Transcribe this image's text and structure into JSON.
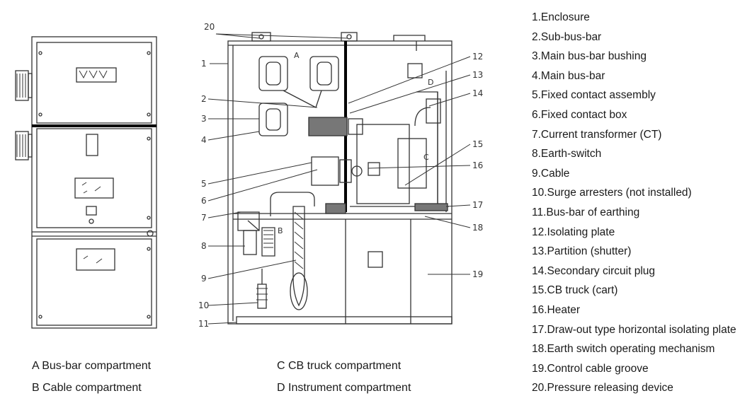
{
  "legend": [
    "1.Enclosure",
    "2.Sub-bus-bar",
    "3.Main bus-bar bushing",
    "4.Main bus-bar",
    "5.Fixed contact assembly",
    "6.Fixed contact box",
    "7.Current transformer (CT)",
    "8.Earth-switch",
    "9.Cable",
    "10.Surge arresters (not installed)",
    "11.Bus-bar of earthing",
    "12.Isolating plate",
    "13.Partition (shutter)",
    "14.Secondary circuit plug",
    "15.CB truck (cart)",
    "16.Heater",
    "17.Draw-out type horizontal isolating plate",
    "18.Earth switch operating mechanism",
    "19.Control cable groove",
    "20.Pressure releasing device"
  ],
  "compartments": [
    "A Bus-bar compartment",
    "B Cable compartment",
    "C CB truck compartment",
    "D Instrument compartment"
  ],
  "diagram_letters": [
    "A",
    "B",
    "C",
    "D"
  ],
  "callouts": [
    "1",
    "2",
    "3",
    "4",
    "5",
    "6",
    "7",
    "8",
    "9",
    "10",
    "11",
    "12",
    "13",
    "14",
    "15",
    "16",
    "17",
    "18",
    "19",
    "20"
  ]
}
